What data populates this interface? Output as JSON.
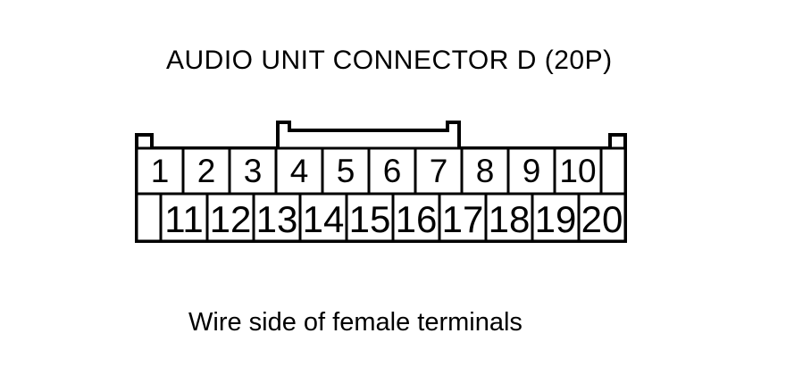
{
  "page": {
    "background_color": "#ffffff",
    "line_color": "#000000"
  },
  "diagram": {
    "title": "AUDIO UNIT CONNECTOR D (20P)",
    "caption": "Wire side of female terminals",
    "connector": {
      "label": "Audio unit connector D",
      "pin_count": 20,
      "view": "wire side, female terminals",
      "rows": {
        "top": [
          "1",
          "2",
          "3",
          "4",
          "5",
          "6",
          "7",
          "8",
          "9",
          "10"
        ],
        "bottom": [
          "11",
          "12",
          "13",
          "14",
          "15",
          "16",
          "17",
          "18",
          "19",
          "20"
        ]
      }
    }
  }
}
